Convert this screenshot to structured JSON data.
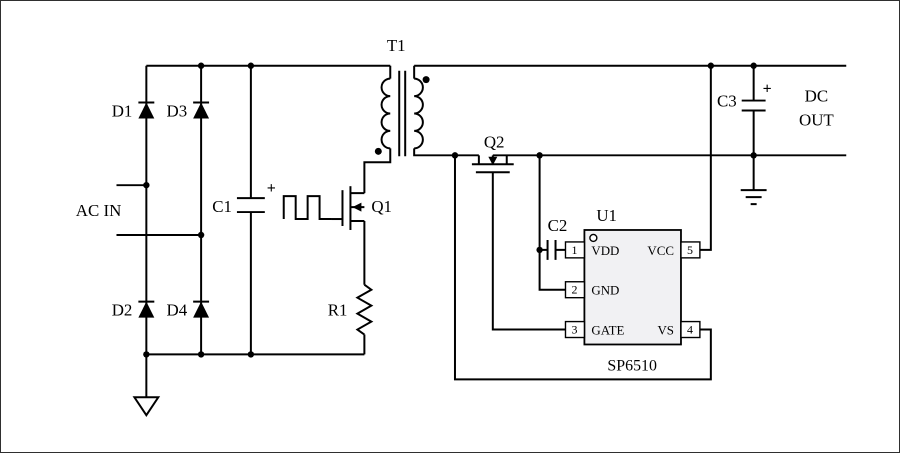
{
  "components": {
    "transformer": {
      "label": "T1"
    },
    "diodes": {
      "d1": "D1",
      "d2": "D2",
      "d3": "D3",
      "d4": "D4"
    },
    "capacitors": {
      "c1": "C1",
      "c1_polarity": "+",
      "c2": "C2",
      "c3": "C3",
      "c3_polarity": "+"
    },
    "mosfets": {
      "q1": "Q1",
      "q2": "Q2"
    },
    "resistors": {
      "r1": "R1"
    },
    "ic": {
      "ref": "U1",
      "part": "SP6510",
      "pins": [
        {
          "num": "1",
          "name": "VDD"
        },
        {
          "num": "2",
          "name": "GND"
        },
        {
          "num": "3",
          "name": "GATE"
        },
        {
          "num": "4",
          "name": "VS"
        },
        {
          "num": "5",
          "name": "VCC"
        }
      ]
    }
  },
  "ports": {
    "ac_in": "AC IN",
    "dc_out_line1": "DC",
    "dc_out_line2": "OUT"
  }
}
